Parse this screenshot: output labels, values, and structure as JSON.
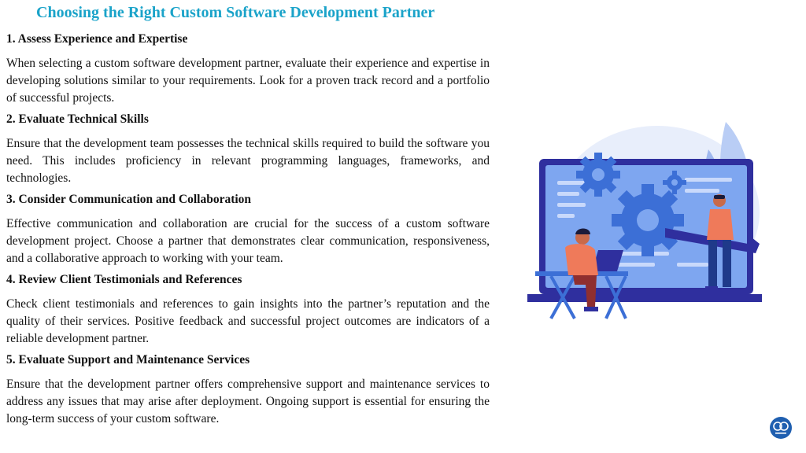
{
  "title": "Choosing the Right Custom Software Development Partner",
  "sections": [
    {
      "heading": "1. Assess Experience and Expertise",
      "text": "When selecting a custom software development partner, evaluate their experience and expertise in developing solutions similar to your requirements. Look for a proven track record and a portfolio of successful projects."
    },
    {
      "heading": "2. Evaluate Technical Skills",
      "text": "Ensure that the development team possesses the technical skills required to build the software you need. This includes proficiency in relevant programming languages, frameworks, and technologies."
    },
    {
      "heading": "3. Consider Communication and Collaboration",
      "text": "Effective communication and collaboration are crucial for the success of a custom software development project. Choose a partner that demonstrates clear communication, responsiveness, and a collaborative approach to working with your team."
    },
    {
      "heading": "4. Review Client Testimonials and References",
      "text": "Check client testimonials and references to gain insights into the partner’s reputation and the quality of their services. Positive feedback and successful project outcomes are indicators of a reliable development partner."
    },
    {
      "heading": "5. Evaluate Support and Maintenance Services",
      "text": "Ensure that the development partner offers comprehensive support and maintenance services to address any issues that may arise after deployment. Ongoing support is essential for ensuring the long-term success of your custom software."
    }
  ],
  "illustration": {
    "icon": "software-development-illustration",
    "colors": {
      "screen": "#7ea6f0",
      "frame": "#2f2f9e",
      "gear": "#3c6fd6",
      "leaf": "#b9cdf5",
      "accent": "#ef7a5a"
    }
  },
  "logo": {
    "icon": "company-logo-icon",
    "color": "#1f5fb0"
  }
}
